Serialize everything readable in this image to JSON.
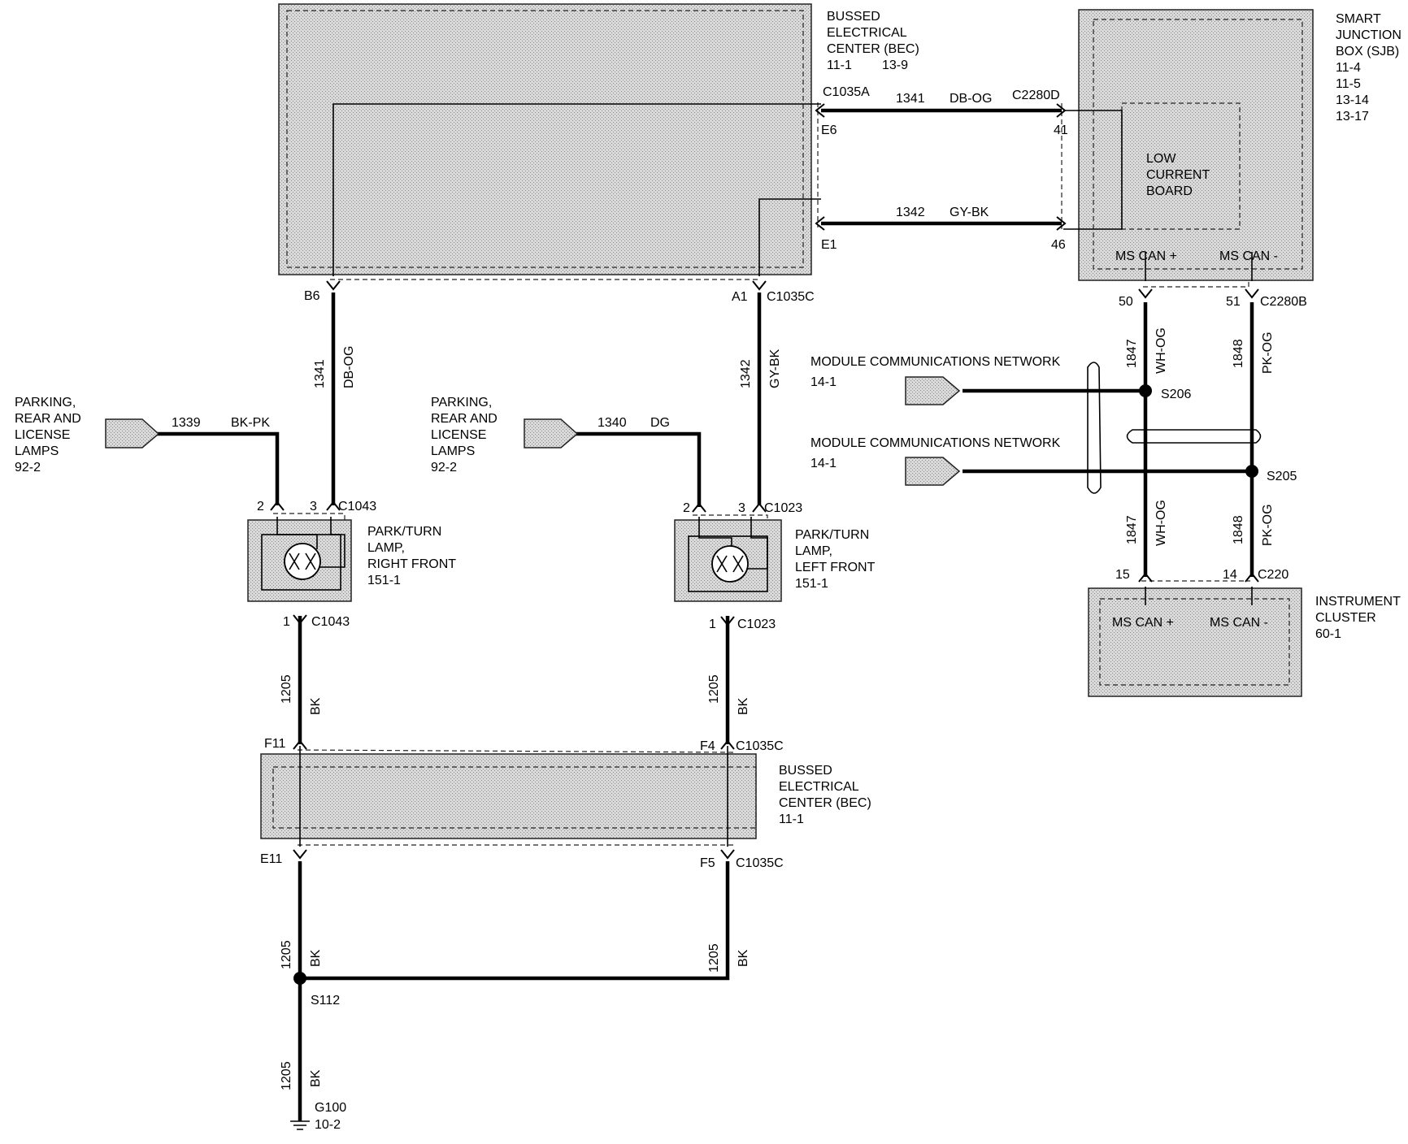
{
  "labels": {
    "bec_top": [
      "BUSSED",
      "ELECTRICAL",
      "CENTER (BEC)",
      "11-1",
      "13-9"
    ],
    "sjb": [
      "SMART",
      "JUNCTION",
      "BOX (SJB)",
      "11-4",
      "11-5",
      "13-14",
      "13-17"
    ],
    "low_current_board": [
      "LOW",
      "CURRENT",
      "BOARD"
    ],
    "sjb_ms_can_plus": "MS CAN +",
    "sjb_ms_can_minus": "MS CAN -",
    "bec_bottom": [
      "BUSSED",
      "ELECTRICAL",
      "CENTER (BEC)",
      "11-1"
    ],
    "instrument_cluster": [
      "INSTRUMENT",
      "CLUSTER",
      "60-1"
    ],
    "ic_ms_can_plus": "MS CAN +",
    "ic_ms_can_minus": "MS CAN -",
    "parking_right": [
      "PARKING,",
      "REAR AND",
      "LICENSE",
      "LAMPS",
      "92-2"
    ],
    "parking_left": [
      "PARKING,",
      "REAR AND",
      "LICENSE",
      "LAMPS",
      "92-2"
    ],
    "park_turn_right": [
      "PARK/TURN",
      "LAMP,",
      "RIGHT FRONT",
      "151-1"
    ],
    "park_turn_left": [
      "PARK/TURN",
      "LAMP,",
      "LEFT FRONT",
      "151-1"
    ],
    "mcn_1": [
      "MODULE COMMUNICATIONS NETWORK",
      "14-1"
    ],
    "mcn_2": [
      "MODULE COMMUNICATIONS NETWORK",
      "14-1"
    ]
  },
  "connectors": {
    "c1035a": "C1035A",
    "e6": "E6",
    "e1": "E1",
    "c2280d": "C2280D",
    "p41": "41",
    "p46": "46",
    "b6": "B6",
    "a1": "A1",
    "c1035c_top": "C1035C",
    "p50": "50",
    "p51": "51",
    "c2280b": "C2280B",
    "r_p2": "2",
    "r_p3": "3",
    "r_c1043_top": "C1043",
    "l_p2": "2",
    "l_p3": "3",
    "l_c1023_top": "C1023",
    "r_p1": "1",
    "r_c1043_bot": "C1043",
    "l_p1": "1",
    "l_c1023_bot": "C1023",
    "f11": "F11",
    "f4": "F4",
    "c1035c_f4": "C1035C",
    "e11": "E11",
    "f5": "F5",
    "c1035c_f5": "C1035C",
    "p15": "15",
    "p14": "14",
    "c220": "C220",
    "s206": "S206",
    "s205": "S205",
    "s112": "S112",
    "g100": "G100",
    "g100_ref": "10-2"
  },
  "wires": {
    "w1341_top": {
      "circuit": "1341",
      "color": "DB-OG"
    },
    "w1342_top": {
      "circuit": "1342",
      "color": "GY-BK"
    },
    "w1341_down": {
      "circuit": "1341",
      "color": "DB-OG"
    },
    "w1342_down": {
      "circuit": "1342",
      "color": "GY-BK"
    },
    "w1339": {
      "circuit": "1339",
      "color": "BK-PK"
    },
    "w1340": {
      "circuit": "1340",
      "color": "DG"
    },
    "w1847_top": {
      "circuit": "1847",
      "color": "WH-OG"
    },
    "w1848_top": {
      "circuit": "1848",
      "color": "PK-OG"
    },
    "w1847_bot": {
      "circuit": "1847",
      "color": "WH-OG"
    },
    "w1848_bot": {
      "circuit": "1848",
      "color": "PK-OG"
    },
    "w1205_r_up": {
      "circuit": "1205",
      "color": "BK"
    },
    "w1205_l_up": {
      "circuit": "1205",
      "color": "BK"
    },
    "w1205_r_low": {
      "circuit": "1205",
      "color": "BK"
    },
    "w1205_l_low": {
      "circuit": "1205",
      "color": "BK"
    },
    "w1205_ground": {
      "circuit": "1205",
      "color": "BK"
    }
  }
}
